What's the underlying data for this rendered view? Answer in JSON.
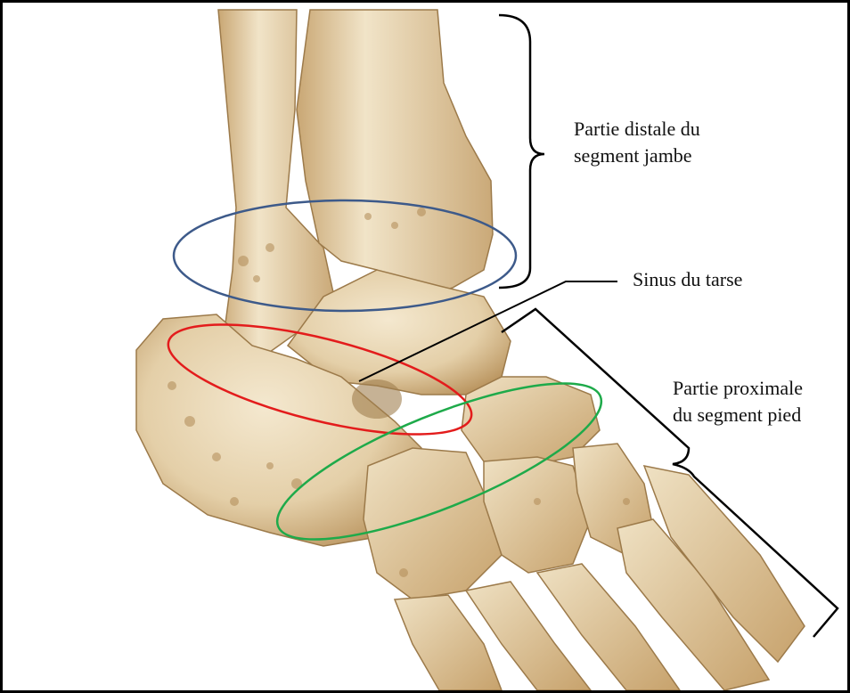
{
  "labels": {
    "distal": [
      "Partie distale du",
      "segment jambe"
    ],
    "sinus": "Sinus du tarse",
    "proximal": [
      "Partie proximale",
      "du segment pied"
    ]
  },
  "colors": {
    "bone": "#e8d6b4",
    "bone_shade": "#c9a774",
    "bone_dark": "#9c7a4a",
    "ellipse_blue": "#3d5a8a",
    "ellipse_red": "#e31c1c",
    "ellipse_green": "#1eaa4a",
    "bracket": "#000000"
  }
}
